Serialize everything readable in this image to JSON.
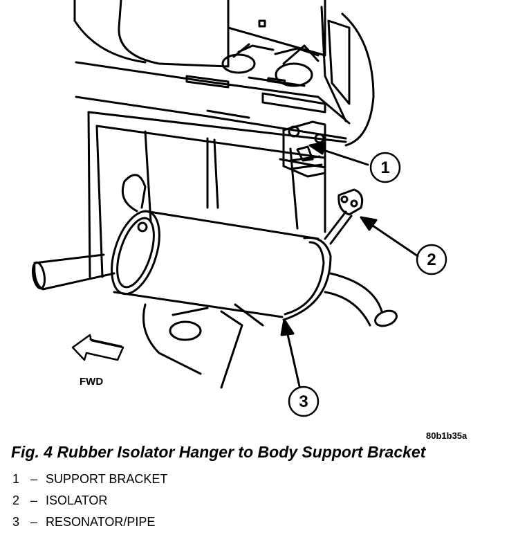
{
  "figure": {
    "code": "80b1b35a",
    "caption": "Fig. 4 Rubber Isolator Hanger to Body Support Bracket",
    "fwd_label": "FWD",
    "callouts": [
      "1",
      "2",
      "3"
    ]
  },
  "legend": [
    {
      "num": "1",
      "dash": "–",
      "label": "SUPPORT BRACKET"
    },
    {
      "num": "2",
      "dash": "–",
      "label": "ISOLATOR"
    },
    {
      "num": "3",
      "dash": "–",
      "label": "RESONATOR/PIPE"
    }
  ]
}
